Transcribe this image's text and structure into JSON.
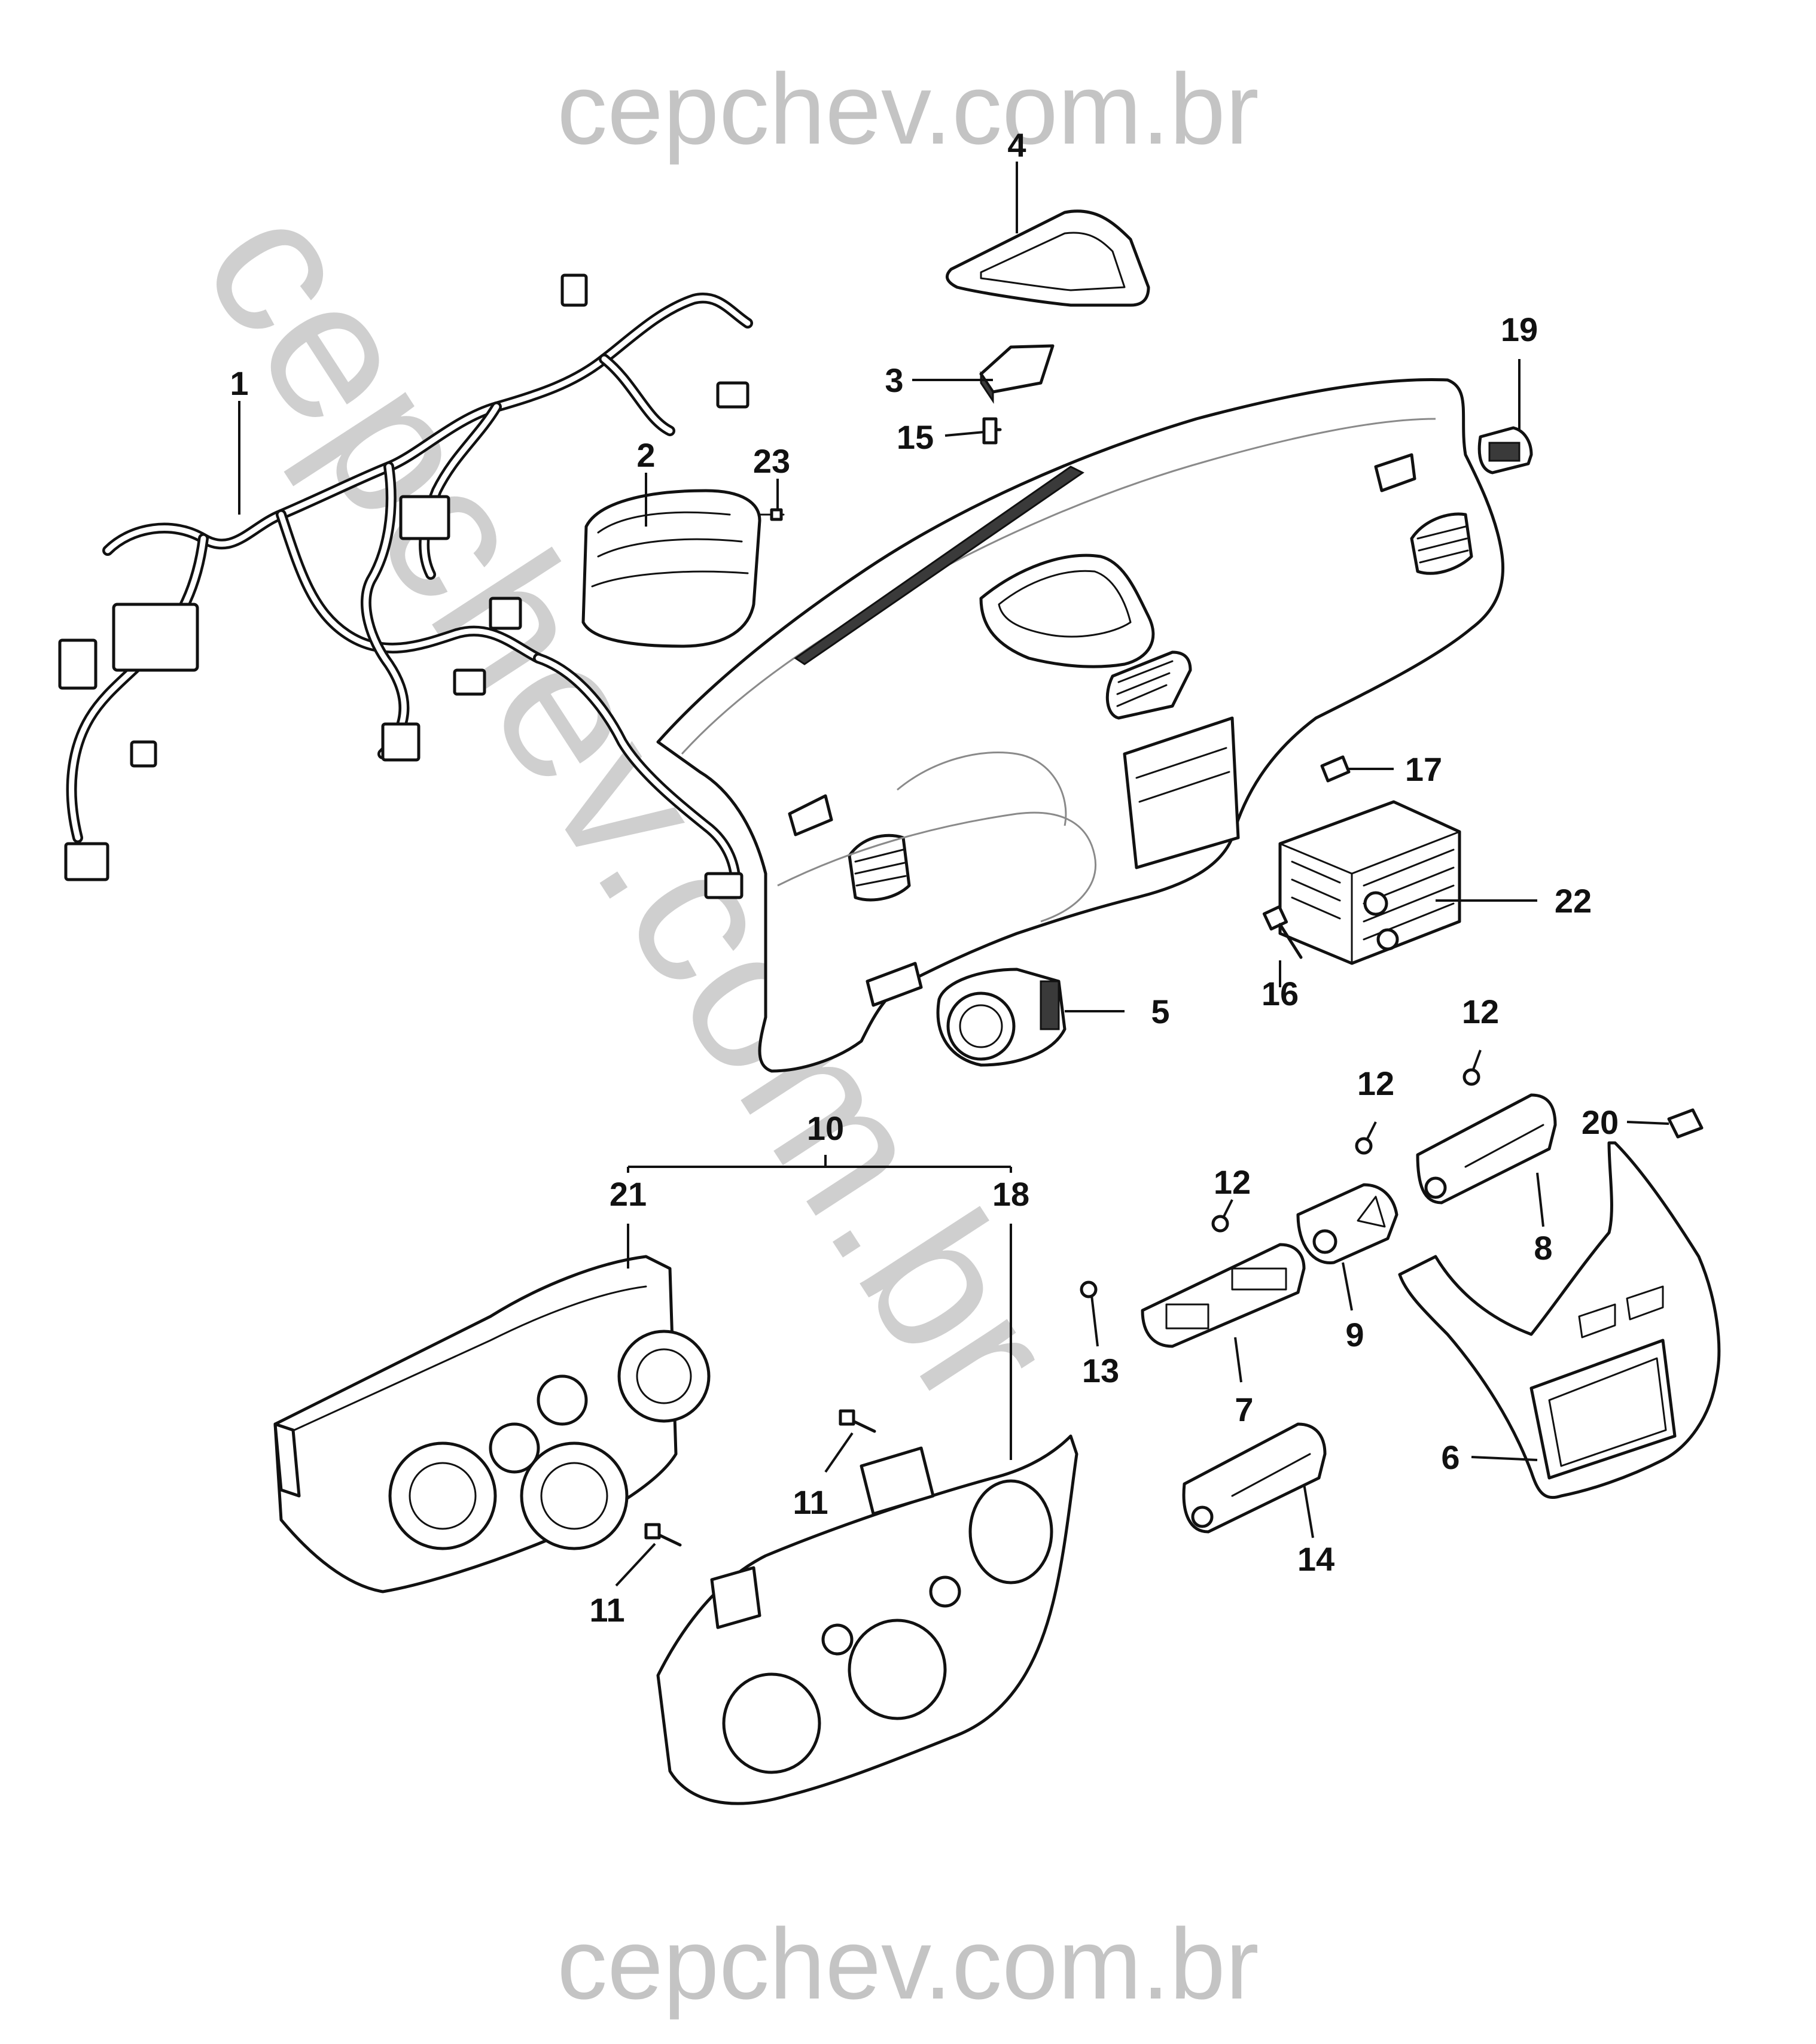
{
  "watermark": {
    "top": "cepchev.com.br",
    "bottom": "cepchev.com.br",
    "diagonal": "cepchev.com.br"
  },
  "callouts": {
    "c1": "1",
    "c2": "2",
    "c3": "3",
    "c4": "4",
    "c5": "5",
    "c6": "6",
    "c7": "7",
    "c8": "8",
    "c9": "9",
    "c10": "10",
    "c11a": "11",
    "c11b": "11",
    "c12a": "12",
    "c12b": "12",
    "c12c": "12",
    "c13": "13",
    "c14": "14",
    "c15": "15",
    "c16": "16",
    "c17": "17",
    "c18": "18",
    "c19": "19",
    "c20": "20",
    "c21": "21",
    "c22": "22",
    "c23": "23"
  }
}
